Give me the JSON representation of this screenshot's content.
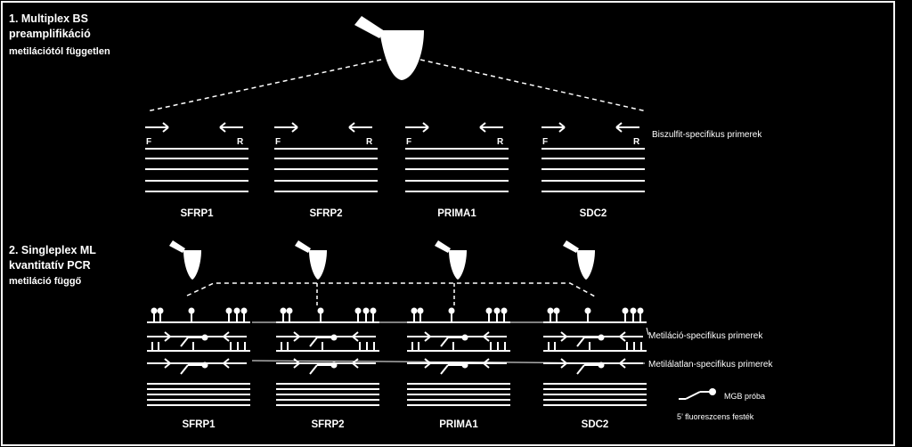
{
  "step1": {
    "line1": "1. Multiplex BS",
    "line2": "preamplifikáció",
    "line3": "metilációtól független"
  },
  "step2": {
    "line1": "2. Singleplex ML",
    "line2": "kvantitatív PCR",
    "line3": "metiláció függő"
  },
  "primer_labels": {
    "forward": "F",
    "reverse": "R"
  },
  "genes": [
    "SFRP1",
    "SFRP2",
    "PRIMA1",
    "SDC2"
  ],
  "side_labels": {
    "bisulfite": "Biszulfit-specifikus primerek",
    "methylation": "Metiláció-specifikus primerek",
    "unmethylated": "Metilálatlan-specifikus primerek"
  },
  "legend": {
    "mgb": "MGB próba",
    "dye": "5’ fluoreszcens festék"
  }
}
